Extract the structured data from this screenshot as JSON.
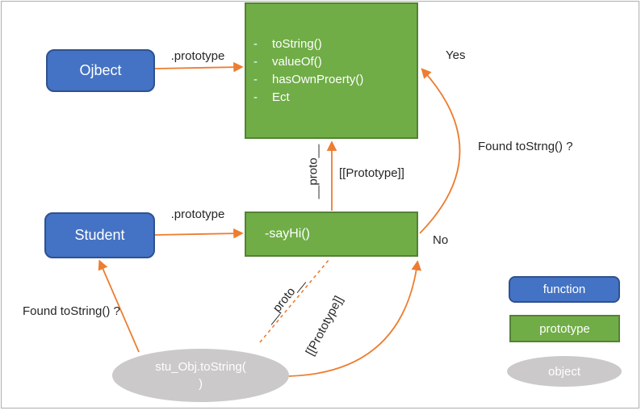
{
  "diagram": {
    "nodes": {
      "object_function": {
        "label": "Ojbect"
      },
      "object_prototype": {
        "bullet": "-",
        "items": [
          "toString()",
          "valueOf()",
          "hasOwnProerty()",
          "Ect"
        ]
      },
      "student_function": {
        "label": "Student"
      },
      "student_prototype": {
        "label": "-sayHi()"
      },
      "call_object": {
        "line1": "stu_Obj.toString(",
        "line2": ")"
      }
    },
    "labels": {
      "object_prototype_edge": ".prototype",
      "student_prototype_edge": ".prototype",
      "proto_vertical": "__proto__",
      "prototype_internal_upper": "[[Prototype]]",
      "proto_diagonal": "__proto__",
      "prototype_internal_lower": "[[Prototype]]",
      "yes": "Yes",
      "no": "No",
      "question_upper": "Found toStrng() ?",
      "question_lower": "Found toString() ?"
    },
    "legend": {
      "function_label": "function",
      "prototype_label": "prototype",
      "object_label": "object"
    },
    "colors": {
      "function_fill": "#4472C4",
      "function_border": "#2F528F",
      "prototype_fill": "#70AD47",
      "prototype_border": "#548235",
      "object_fill": "#CBC9C9",
      "connector": "#ED7D31"
    }
  }
}
